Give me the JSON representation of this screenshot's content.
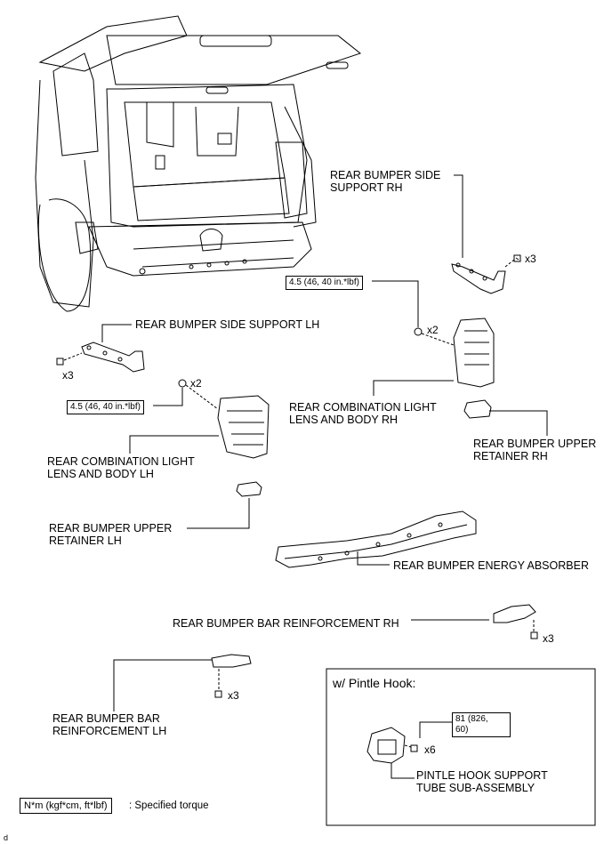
{
  "labels": {
    "side_support_rh": "REAR BUMPER SIDE\nSUPPORT RH",
    "side_support_lh": "REAR BUMPER SIDE SUPPORT LH",
    "comb_light_rh": "REAR COMBINATION LIGHT\nLENS AND BODY RH",
    "comb_light_lh": "REAR COMBINATION LIGHT\nLENS AND BODY LH",
    "upper_retainer_rh": "REAR BUMPER UPPER\nRETAINER RH",
    "upper_retainer_lh": "REAR BUMPER UPPER\nRETAINER LH",
    "energy_absorber": "REAR BUMPER ENERGY ABSORBER",
    "bar_reinf_rh": "REAR BUMPER BAR REINFORCEMENT RH",
    "bar_reinf_lh": "REAR BUMPER BAR\nREINFORCEMENT LH",
    "pintle_support": "PINTLE HOOK SUPPORT\nTUBE SUB-ASSEMBLY"
  },
  "torques": {
    "light_rh": "4.5 (46, 40 in.*lbf)",
    "light_lh": "4.5 (46, 40 in.*lbf)",
    "pintle": "81 (826,\n60)"
  },
  "quantities": {
    "side_rh": "x3",
    "side_lh": "x3",
    "light_rh": "x2",
    "light_lh": "x2",
    "bar_rh": "x3",
    "bar_lh": "x3",
    "pintle": "x6"
  },
  "pintle_box_title": "w/ Pintle Hook:",
  "legend": {
    "unit": "N*m (kgf*cm, ft*lbf)",
    "meaning": ": Specified torque"
  },
  "corner_mark": "d"
}
